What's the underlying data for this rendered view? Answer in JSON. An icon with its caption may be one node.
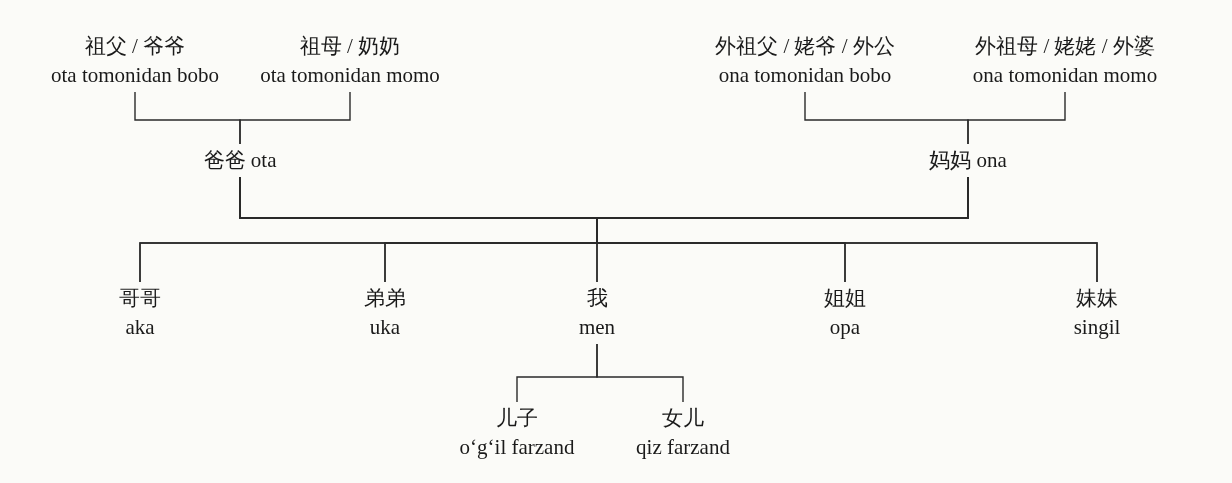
{
  "diagram": {
    "nodes": [
      {
        "text": [
          "祖父 / 爷爷",
          "ota tomonidan bobo"
        ]
      },
      {
        "text": [
          "祖母 / 奶奶",
          "ota tomonidan momo"
        ]
      },
      {
        "text": [
          "外祖父 / 姥爷 / 外公",
          "ona tomonidan bobo"
        ]
      },
      {
        "text": [
          "外祖母 / 姥姥 / 外婆",
          "ona tomonidan momo"
        ]
      },
      {
        "text": [
          "爸爸 ota"
        ]
      },
      {
        "text": [
          "妈妈 ona"
        ]
      },
      {
        "text": [
          "哥哥",
          "aka"
        ]
      },
      {
        "text": [
          "弟弟",
          "uka"
        ]
      },
      {
        "text": [
          "我",
          "men"
        ]
      },
      {
        "text": [
          "姐姐",
          "opa"
        ]
      },
      {
        "text": [
          "妹妹",
          "singil"
        ]
      },
      {
        "text": [
          "儿子",
          "o‘g‘il farzand"
        ]
      },
      {
        "text": [
          "女儿",
          "qiz farzand"
        ]
      }
    ],
    "edges": [
      {
        "from": 0,
        "to": 4,
        "arrow": "none"
      },
      {
        "from": 1,
        "to": 4,
        "arrow": "none"
      },
      {
        "from": 2,
        "to": 5,
        "arrow": "none"
      },
      {
        "from": 3,
        "to": 5,
        "arrow": "none"
      },
      {
        "from": 4,
        "to": 6,
        "arrow": "none"
      },
      {
        "from": 4,
        "to": 7,
        "arrow": "none"
      },
      {
        "from": 4,
        "to": 8,
        "arrow": "none"
      },
      {
        "from": 4,
        "to": 9,
        "arrow": "none"
      },
      {
        "from": 4,
        "to": 10,
        "arrow": "none"
      },
      {
        "from": 5,
        "to": 6,
        "arrow": "none"
      },
      {
        "from": 5,
        "to": 7,
        "arrow": "none"
      },
      {
        "from": 5,
        "to": 8,
        "arrow": "none"
      },
      {
        "from": 5,
        "to": 9,
        "arrow": "none"
      },
      {
        "from": 5,
        "to": 10,
        "arrow": "none"
      },
      {
        "from": 8,
        "to": 11,
        "arrow": "none"
      },
      {
        "from": 8,
        "to": 12,
        "arrow": "none"
      }
    ]
  }
}
